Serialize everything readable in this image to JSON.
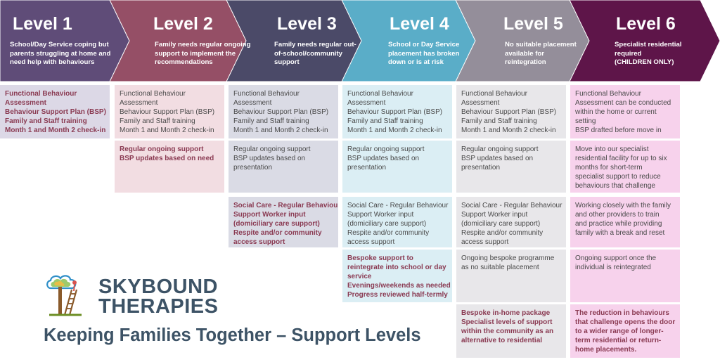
{
  "colors": {
    "level1": "#5f4c78",
    "level2": "#954f66",
    "level3": "#4b4a68",
    "level4": "#5aadc8",
    "level5": "#948e9a",
    "level6": "#5e1549",
    "cell1": "#dcd8e6",
    "cell2": "#f2dde2",
    "cell3": "#dadbe5",
    "cell4": "#dbeef4",
    "cell5": "#e8e7ea",
    "cell6": "#f7d2ec",
    "accent_text": "#8a3a52",
    "brand": "#3d5366"
  },
  "levels": [
    {
      "title": "Level 1",
      "desc": [
        "School/Day Service coping but",
        "parents struggling at home and",
        "need help with behaviours"
      ]
    },
    {
      "title": "Level 2",
      "desc": [
        "Family needs regular ongoing",
        "support to implement the",
        "recommendations"
      ]
    },
    {
      "title": "Level 3",
      "desc": [
        "Family needs regular out-",
        "of-school/community",
        "support"
      ]
    },
    {
      "title": "Level 4",
      "desc": [
        "School or Day Service",
        "placement has broken",
        "down or is at risk"
      ]
    },
    {
      "title": "Level 5",
      "desc": [
        "No suitable placement",
        "available for",
        "reintegration"
      ]
    },
    {
      "title": "Level 6",
      "desc": [
        "Specialist residential",
        "required",
        "(CHILDREN ONLY)"
      ]
    }
  ],
  "cells": [
    [
      {
        "bold": true,
        "lines": [
          "Functional Behaviour",
          "Assessment",
          "Behaviour Support Plan (BSP)",
          "Family and Staff training",
          "Month 1 and Month 2 check-in"
        ]
      }
    ],
    [
      {
        "bold": false,
        "lines": [
          "Functional Behaviour",
          "Assessment",
          "Behaviour Support Plan (BSP)",
          "Family and Staff training",
          "Month 1 and Month 2 check-in"
        ]
      },
      {
        "bold": true,
        "lines": [
          "Regular ongoing support",
          "BSP updates based on need"
        ]
      }
    ],
    [
      {
        "bold": false,
        "lines": [
          "Functional Behaviour",
          "Assessment",
          "Behaviour Support Plan (BSP)",
          "Family and Staff training",
          "Month 1 and Month 2 check-in"
        ]
      },
      {
        "bold": false,
        "lines": [
          "Regular ongoing support",
          "BSP updates based on",
          "presentation"
        ]
      },
      {
        "bold": true,
        "lines": [
          "Social Care - Regular Behaviour",
          "Support Worker input",
          "(domiciliary care support)",
          "Respite and/or community",
          "access support"
        ]
      }
    ],
    [
      {
        "bold": false,
        "lines": [
          "Functional Behaviour",
          "Assessment",
          "Behaviour Support Plan (BSP)",
          "Family and Staff training",
          "Month 1 and Month 2 check-in"
        ]
      },
      {
        "bold": false,
        "lines": [
          "Regular ongoing support",
          "BSP updates based on",
          "presentation"
        ]
      },
      {
        "bold": false,
        "lines": [
          "Social Care - Regular Behaviour",
          "Support Worker input",
          "(domiciliary care support)",
          "Respite and/or community",
          "access support"
        ]
      },
      {
        "bold": true,
        "lines": [
          "Bespoke support to",
          "reintegrate into school or day",
          "service",
          "Evenings/weekends as needed",
          "Progress reviewed half-termly"
        ]
      }
    ],
    [
      {
        "bold": false,
        "lines": [
          "Functional Behaviour",
          "Assessment",
          "Behaviour Support Plan (BSP)",
          "Family and Staff training",
          "Month 1 and Month 2 check-in"
        ]
      },
      {
        "bold": false,
        "lines": [
          "Regular ongoing support",
          "BSP updates based on",
          "presentation"
        ]
      },
      {
        "bold": false,
        "lines": [
          "Social Care - Regular Behaviour",
          "Support Worker input",
          "(domiciliary care support)",
          "Respite and/or community",
          "access support"
        ]
      },
      {
        "bold": false,
        "lines": [
          "Ongoing bespoke programme",
          "as no suitable placement"
        ]
      },
      {
        "bold": true,
        "lines": [
          "Bespoke in-home package",
          "Specialist levels of support",
          "within the community as an",
          "alternative to residential"
        ]
      }
    ],
    [
      {
        "bold": false,
        "lines": [
          "Functional Behaviour",
          "Assessment can be conducted",
          "within the home or current",
          "setting",
          "BSP drafted before move in"
        ]
      },
      {
        "bold": false,
        "lines": [
          "Move into our specialist",
          "residential facility for up to six",
          "months for short-term",
          "specialist support to reduce",
          "behaviours that challenge"
        ]
      },
      {
        "bold": false,
        "lines": [
          "Working closely with the family",
          "and other providers to train",
          "and practice while providing",
          "family with a break and reset"
        ]
      },
      {
        "bold": false,
        "lines": [
          "Ongoing support once the",
          "individual is reintegrated"
        ]
      },
      {
        "bold": true,
        "lines": [
          "The reduction in behaviours",
          "that challenge opens the door",
          "to a wider range of longer-",
          "term residential or return-",
          "home placements."
        ]
      }
    ]
  ],
  "brand": {
    "line1": "SKYBOUND",
    "line2": "THERAPIES"
  },
  "tagline": "Keeping Families Together – Support Levels"
}
